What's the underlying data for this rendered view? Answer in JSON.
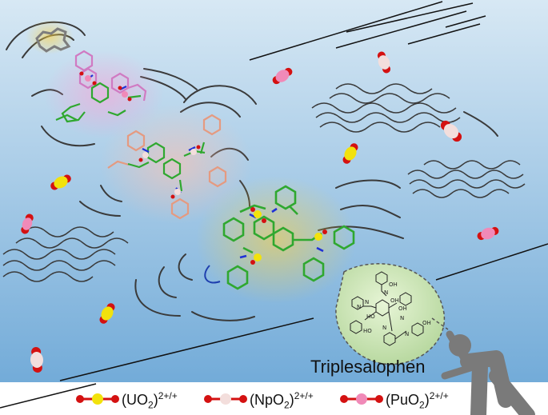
{
  "caption": "Triplesalophen",
  "legend": [
    {
      "base": "(UO",
      "sub": "2",
      "close": ")",
      "sup": "2+/+",
      "center_color": "#f2e20c",
      "end_color": "#d41111"
    },
    {
      "base": "(NpO",
      "sub": "2",
      "close": ")",
      "sup": "2+/+",
      "center_color": "#f3dedc",
      "end_color": "#d41111"
    },
    {
      "base": "(PuO",
      "sub": "2",
      "close": ")",
      "sup": "2+/+",
      "center_color": "#f08ab8",
      "end_color": "#d41111"
    }
  ],
  "inset_labels": [
    "OH",
    "N",
    "N",
    "OH",
    "OH",
    "HO",
    "N",
    "N",
    "HO",
    "N",
    "N",
    "OH"
  ],
  "colors": {
    "background_top": "#cfe3f2",
    "background_bottom": "#6fa9d8",
    "uranyl": "#f2e20c",
    "neptunyl": "#f3dedc",
    "plutonyl": "#f08ab8",
    "oxygen": "#d41111",
    "carbon_bond": "#2fa82f",
    "nitrogen": "#1f2fd6",
    "person": "#7a7a7a"
  },
  "icons": [
    "uranyl-molecule-icon",
    "neptunyl-molecule-icon",
    "plutonyl-molecule-icon",
    "person-icon",
    "magnifier-lens-icon"
  ]
}
